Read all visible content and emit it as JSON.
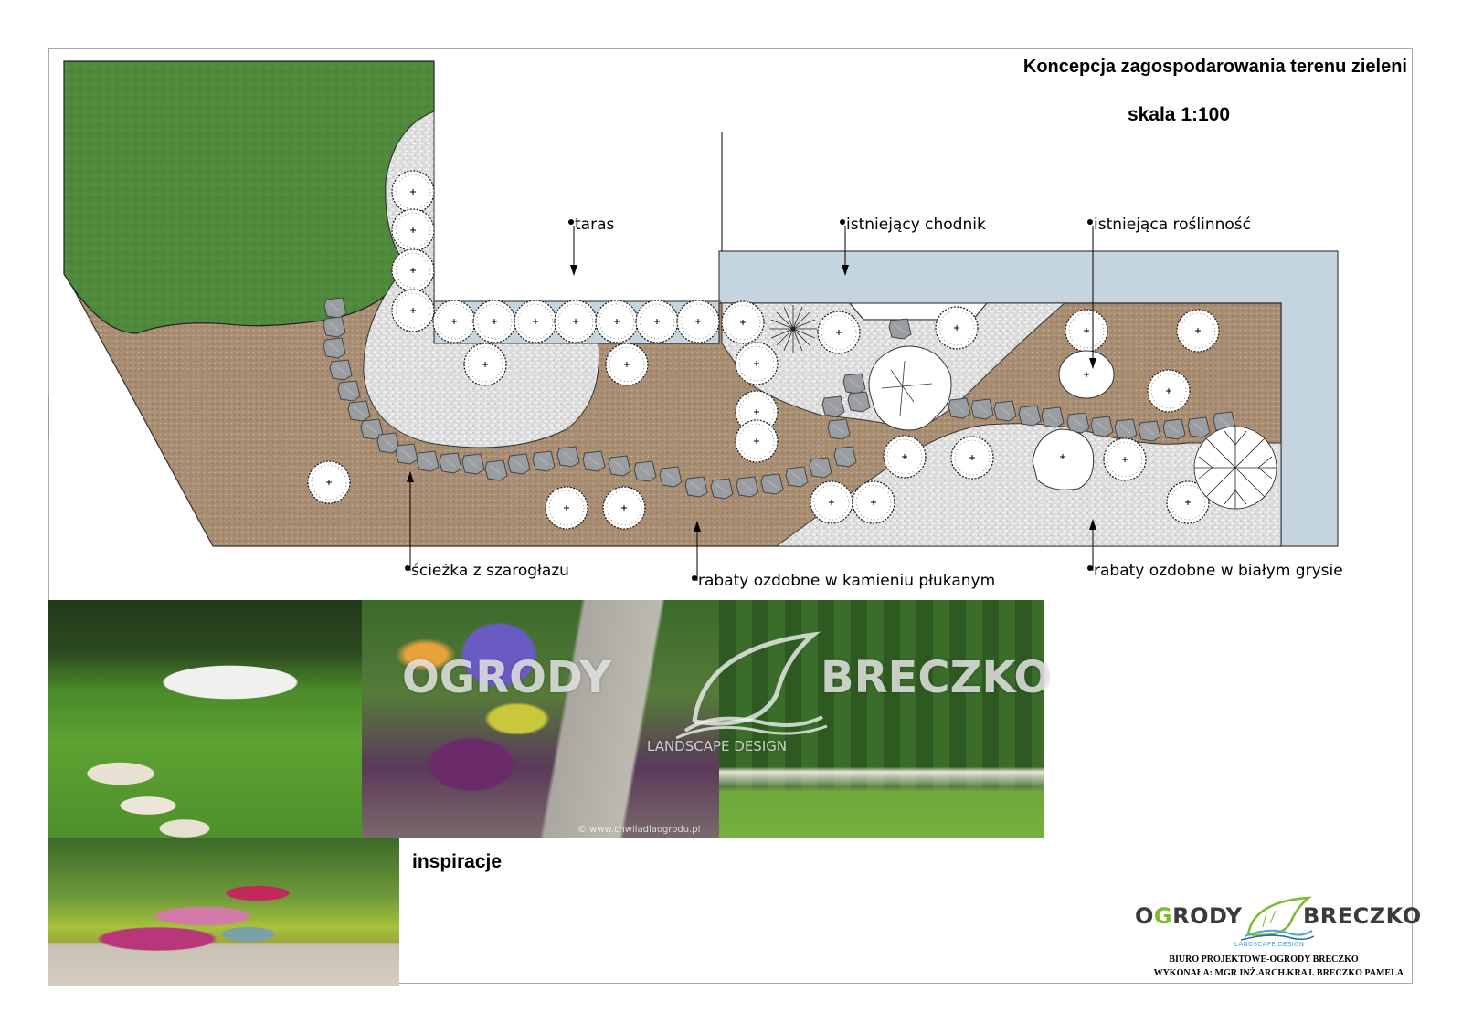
{
  "sheet": {
    "title": "Koncepcja zagospodarowania terenu zieleni",
    "scale": "skala 1:100"
  },
  "plan": {
    "labels": {
      "taras": "taras",
      "existing_path": "istniejący chodnik",
      "existing_vegetation": "istniejąca roślinność",
      "stone_path": "ścieżka z szarogłazu",
      "washed_stone_beds": "rabaty ozdobne w kamieniu płukanym",
      "white_grit_beds": "rabaty ozdobne w białym grysie"
    },
    "colors": {
      "lawn": "#4f8a3c",
      "washed_stone": "#a88d72",
      "white_grit": "#dcdcdc",
      "existing_path": "#c5d5df",
      "stepping_stone": "#9a9ea3",
      "outline": "#333333"
    }
  },
  "inspiration": {
    "label": "inspiracje",
    "photos": [
      {
        "name": "lawn-with-stepping-stones-and-white-gravel"
      },
      {
        "name": "rock-garden-with-lavender-and-stone-path"
      },
      {
        "name": "thuja-hedge-with-gravel-border"
      },
      {
        "name": "heather-garden-with-gravel-and-pond"
      }
    ],
    "photo_credit": "© www.chwiladlaogrodu.pl",
    "watermark": {
      "left": "OGRODY",
      "right": "BRECZKO",
      "sub": "LANDSCAPE DESIGN"
    }
  },
  "titleblock": {
    "logo": {
      "left_o": "O",
      "left_g": "G",
      "left_rest": "RODY",
      "right": "BRECZKO",
      "sub": "LANDSCAPE DESIGN",
      "accent_green": "#7dbb2e",
      "accent_blue": "#4aa3d8"
    },
    "office": "BIURO PROJEKTOWE-OGRODY BRECZKO",
    "author": "WYKONAŁA: MGR INŻ.ARCH.KRAJ. BRECZKO PAMELA"
  }
}
